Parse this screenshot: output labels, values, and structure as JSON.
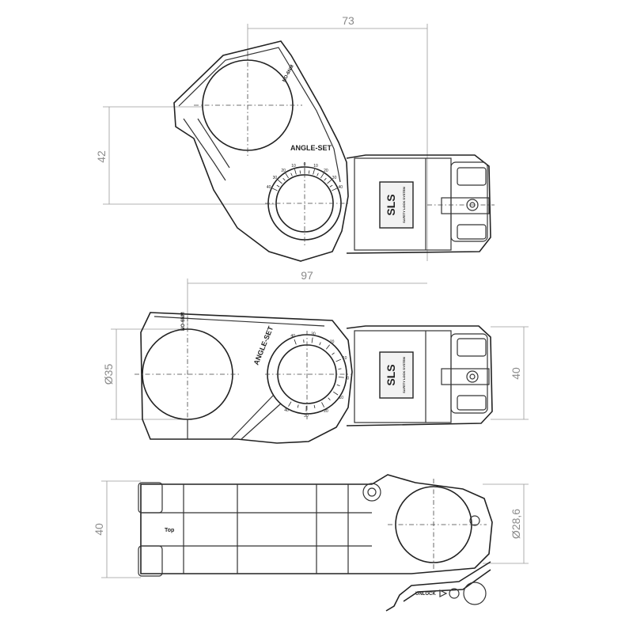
{
  "dimensions": {
    "top_width": "73",
    "top_height": "42",
    "middle_width": "97",
    "middle_diameter": "Ø35",
    "middle_height": "40",
    "bottom_height": "40",
    "bottom_diameter": "Ø28,6"
  },
  "labels": {
    "angle_set": "ANGLE-SET",
    "brand_top": "SLS",
    "brand_middle": "SLS",
    "safety_text": "SAFETY LOCK SYSTEM",
    "top_mark": "Top",
    "unlock": "UNLOCK",
    "torque_top": "NO-6NM",
    "torque_middle": "NO-6NM"
  },
  "scale_ticks": [
    "40",
    "30",
    "20",
    "10",
    "0",
    "10",
    "20",
    "30",
    "40"
  ]
}
